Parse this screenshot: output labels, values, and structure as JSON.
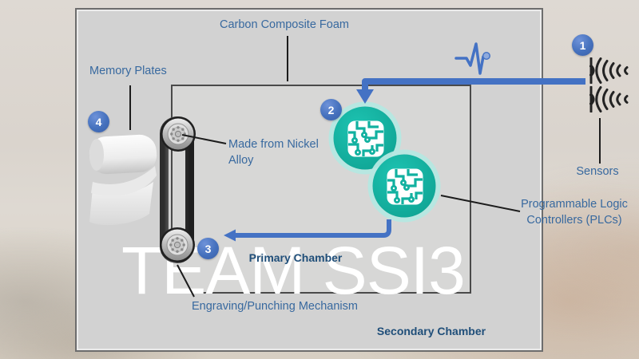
{
  "slide": {
    "watermark": "TEAM SSI3",
    "labels": {
      "carbon_composite_foam": "Carbon Composite Foam",
      "memory_plates": "Memory Plates",
      "nickel_alloy": "Made from Nickel Alloy",
      "engraving_mechanism": "Engraving/Punching Mechanism",
      "sensors": "Sensors",
      "plcs": "Programmable Logic Controllers (PLCs)",
      "primary_chamber": "Primary Chamber",
      "secondary_chamber": "Secondary Chamber"
    },
    "badges": [
      "1",
      "2",
      "3",
      "4"
    ],
    "colors": {
      "accent_blue": "#4472c4",
      "badge_blue": "#4571bd",
      "label_blue": "#38699f",
      "chamber_navy": "#1f4e79",
      "teal": "#12b1a0",
      "teal_glow": "#b5e8e1",
      "watermark_white": "#ffffff",
      "panel_gray": "#d2d2d2"
    },
    "icons": {
      "sensors": "sound-wave-icon",
      "plc": "circuit-board-icon",
      "signal": "pulse-icon",
      "memory": "paper-roll-illustration",
      "mechanism": "belt-pulley-illustration"
    }
  }
}
